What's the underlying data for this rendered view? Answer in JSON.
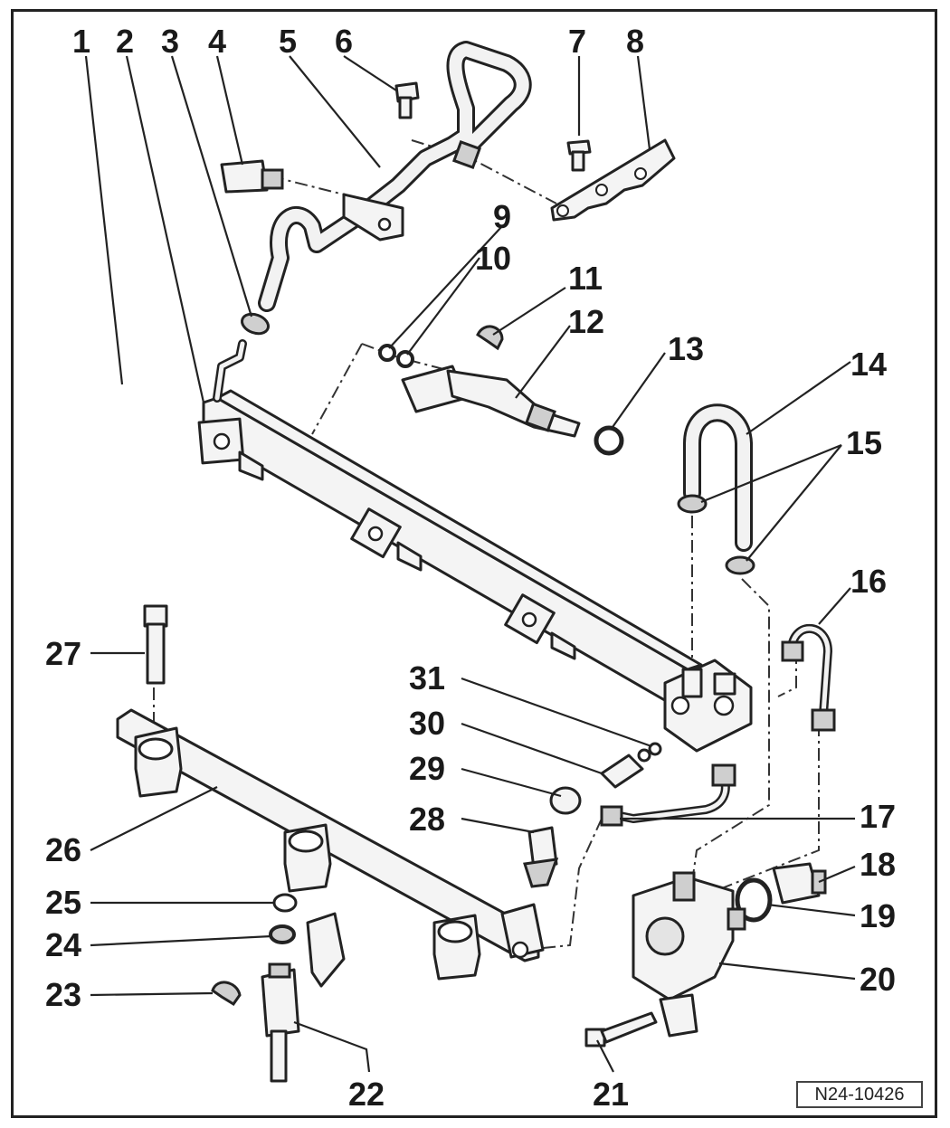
{
  "diagram": {
    "reference_code": "N24-10426",
    "callouts": [
      "1",
      "2",
      "3",
      "4",
      "5",
      "6",
      "7",
      "8",
      "9",
      "10",
      "11",
      "12",
      "13",
      "14",
      "15",
      "16",
      "17",
      "18",
      "19",
      "20",
      "21",
      "22",
      "23",
      "24",
      "25",
      "26",
      "27",
      "28",
      "29",
      "30",
      "31"
    ]
  }
}
